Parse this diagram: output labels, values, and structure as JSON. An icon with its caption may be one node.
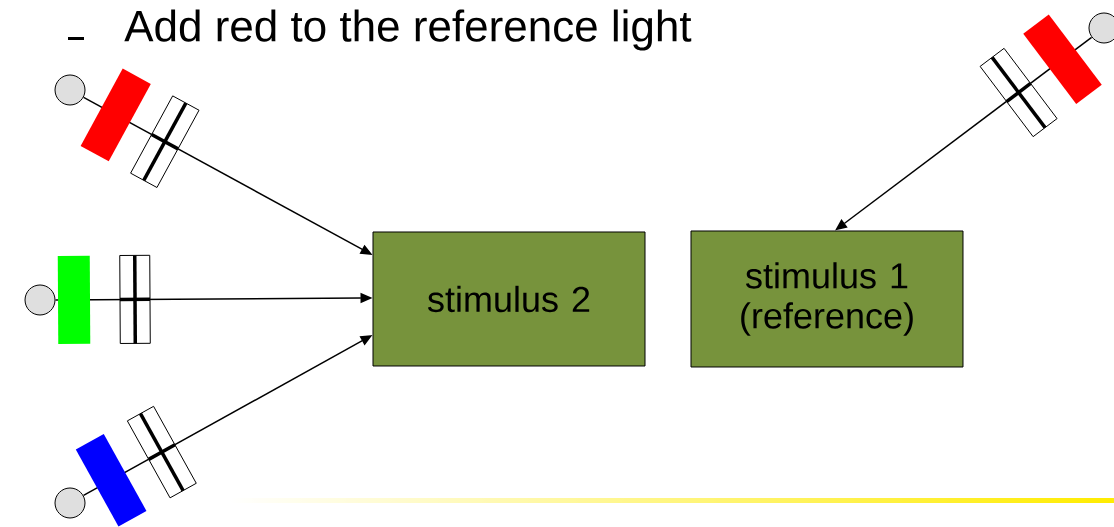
{
  "diagram": {
    "title": "Add red to the reference light",
    "nodes": [
      {
        "text": [
          "stimulus 2"
        ]
      },
      {
        "text": [
          "stimulus 1 (reference)"
        ]
      },
      {
        "text": [],
        "shape": "circle"
      },
      {
        "text": [],
        "shape": "circle"
      },
      {
        "text": [],
        "shape": "circle"
      },
      {
        "text": [],
        "shape": "circle"
      }
    ],
    "edges": [
      {
        "from": 2,
        "to": 0,
        "arrow": "to"
      },
      {
        "from": 3,
        "to": 0,
        "arrow": "to"
      },
      {
        "from": 4,
        "to": 0,
        "arrow": "to"
      },
      {
        "from": 5,
        "to": 1,
        "arrow": "to"
      }
    ]
  }
}
